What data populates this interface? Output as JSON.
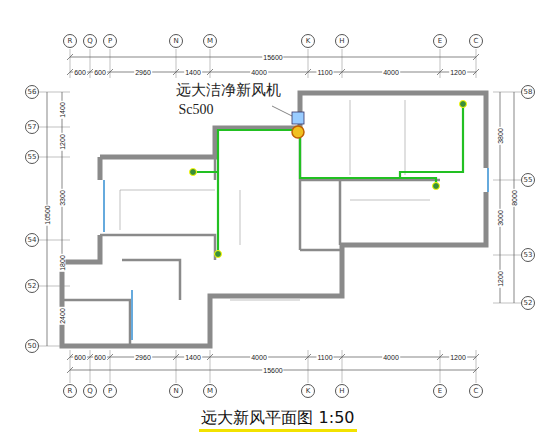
{
  "diagram": {
    "caption": "远大新风平面图 1:50",
    "nodes": [
      {
        "text": [
          "R"
        ]
      },
      {
        "text": [
          "Q"
        ]
      },
      {
        "text": [
          "P"
        ]
      },
      {
        "text": [
          "N"
        ]
      },
      {
        "text": [
          "M"
        ]
      },
      {
        "text": [
          "K"
        ]
      },
      {
        "text": [
          "H"
        ]
      },
      {
        "text": [
          "E"
        ]
      },
      {
        "text": [
          "C"
        ]
      },
      {
        "text": [
          "56"
        ]
      },
      {
        "text": [
          "57"
        ]
      },
      {
        "text": [
          "55"
        ]
      },
      {
        "text": [
          "54"
        ]
      },
      {
        "text": [
          "52"
        ]
      },
      {
        "text": [
          "50"
        ]
      },
      {
        "text": [
          "58"
        ]
      },
      {
        "text": [
          "55"
        ]
      },
      {
        "text": [
          "53"
        ]
      },
      {
        "text": [
          "52"
        ]
      },
      {
        "text": [
          "R"
        ]
      },
      {
        "text": [
          "Q"
        ]
      },
      {
        "text": [
          "P"
        ]
      },
      {
        "text": [
          "N"
        ]
      },
      {
        "text": [
          "M"
        ]
      },
      {
        "text": [
          "K"
        ]
      },
      {
        "text": [
          "H"
        ]
      },
      {
        "text": [
          "E"
        ]
      },
      {
        "text": [
          "C"
        ]
      }
    ],
    "labels": [
      "远大洁净新风机",
      "Sc500",
      "15600",
      "600",
      "600",
      "2960",
      "1400",
      "4000",
      "1100",
      "4000",
      "1200",
      "10500",
      "1400",
      "1200",
      "3300",
      "1800",
      "2400",
      "8000",
      "3800",
      "3000",
      "1200",
      "15600",
      "600",
      "600",
      "2960",
      "1400",
      "4000",
      "1100",
      "4000",
      "1200"
    ]
  }
}
